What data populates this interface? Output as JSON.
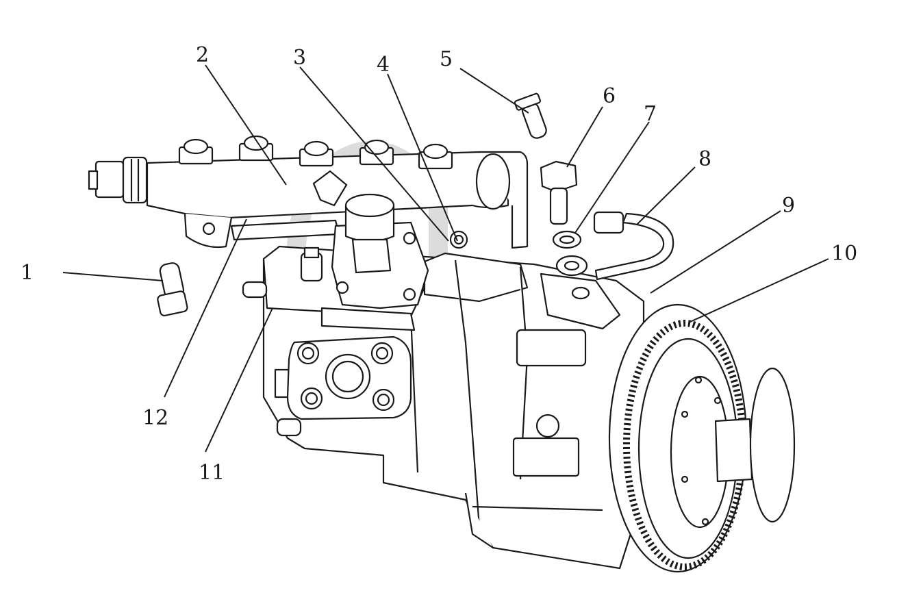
{
  "watermark": {
    "text": "data-parts",
    "color": "#d9d9d9"
  },
  "line_color": "#1a1a1a",
  "callouts": [
    {
      "label": "1"
    },
    {
      "label": "2"
    },
    {
      "label": "3"
    },
    {
      "label": "4"
    },
    {
      "label": "5"
    },
    {
      "label": "6"
    },
    {
      "label": "7"
    },
    {
      "label": "8"
    },
    {
      "label": "9"
    },
    {
      "label": "10"
    },
    {
      "label": "11"
    },
    {
      "label": "12"
    }
  ]
}
